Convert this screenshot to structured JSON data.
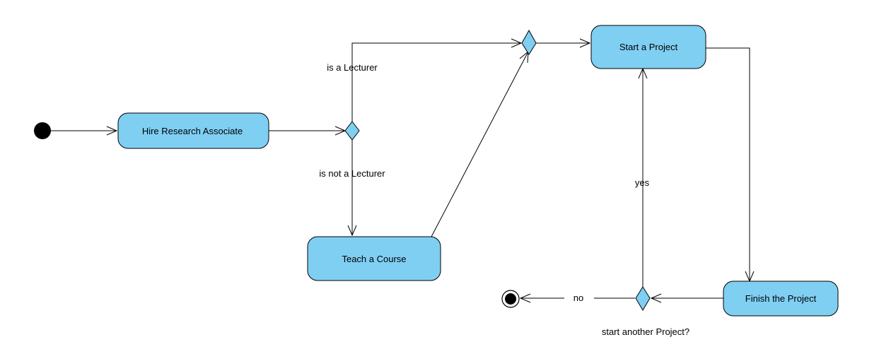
{
  "colors": {
    "activity_fill": "#7fcff3",
    "decision_fill": "#7fcff3",
    "line": "#000000",
    "node_fill": "#000000",
    "background": "#ffffff"
  },
  "activities": {
    "hire": "Hire Research Associate",
    "teach": "Teach a Course",
    "start_project": "Start a Project",
    "finish_project": "Finish the Project"
  },
  "guards": {
    "is_lecturer": "is a Lecturer",
    "is_not_lecturer": "is not a Lecturer",
    "yes": "yes",
    "no": "no"
  },
  "decisions": {
    "another_project": "start another Project?"
  }
}
